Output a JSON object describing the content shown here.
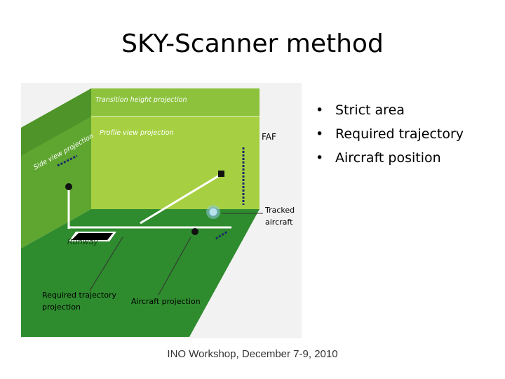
{
  "slide": {
    "title": "SKY-Scanner method",
    "footer": "INO Workshop, December 7-9, 2010"
  },
  "bullets": [
    {
      "marker": "•",
      "text": "Strict area"
    },
    {
      "marker": "•",
      "text": "Required trajectory"
    },
    {
      "marker": "•",
      "text": "Aircraft position"
    }
  ],
  "diagram": {
    "labels": {
      "transition_height": "Transition height projection",
      "profile_view": "Profile view projection",
      "side_view": "Side view projection",
      "faf": "FAF",
      "tracked_aircraft_line1": "Tracked",
      "tracked_aircraft_line2": "aircraft",
      "runway": "Runway",
      "required_trajectory_line1": "Required trajectory",
      "required_trajectory_line2": "projection",
      "aircraft_projection": "Aircraft projection"
    },
    "colors": {
      "back_wall": "#a6d042",
      "top_band": "#8cc23c",
      "left_wall": "#5fa630",
      "floor": "#2e8b2e",
      "trajectory": "#ffffff",
      "aircraft_marker": "#8ec9d8"
    }
  }
}
